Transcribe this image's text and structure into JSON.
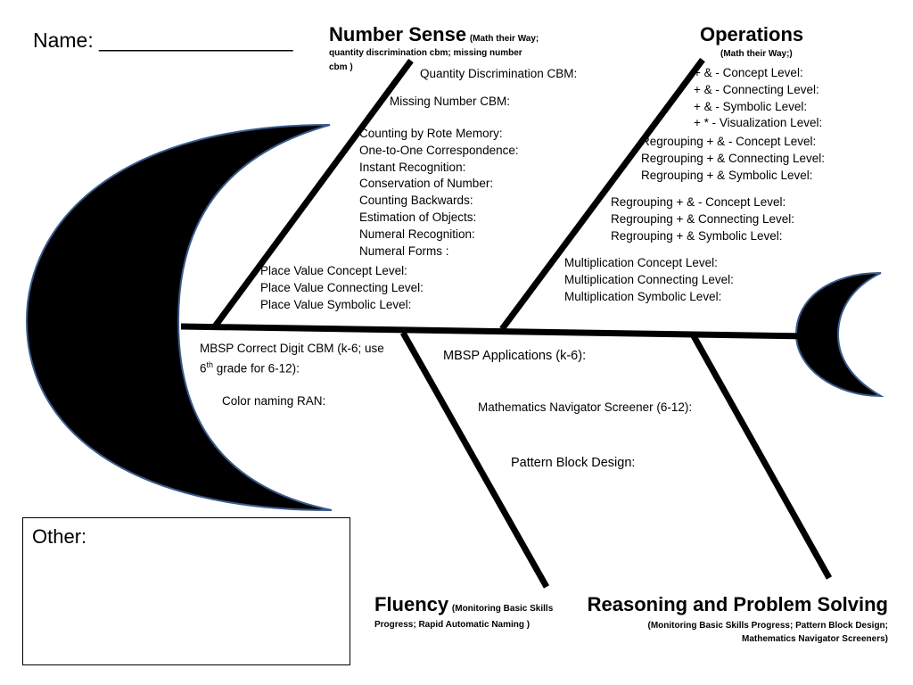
{
  "name_label": "Name: _________________",
  "other_label": "Other:",
  "number_sense": {
    "title": "Number Sense",
    "note_line1": "(Math their Way;",
    "note_line2": "quantity discrimination cbm; missing number",
    "note_line3": "cbm )",
    "items_top": [
      "Quantity Discrimination CBM:",
      "Missing Number CBM:"
    ],
    "items_middle": [
      "Counting by Rote Memory:",
      "One-to-One Correspondence:",
      "Instant Recognition:",
      "Conservation of Number:",
      "Counting Backwards:",
      "Estimation of Objects:",
      "Numeral Recognition:",
      "Numeral Forms :"
    ],
    "items_place_value": [
      "Place Value Concept Level:",
      "Place Value Connecting Level:",
      "Place Value Symbolic Level:"
    ]
  },
  "operations": {
    "title": "Operations",
    "note": "(Math their Way;)",
    "group1": [
      "+ & - Concept Level:",
      "+ & - Connecting Level:",
      "+ & - Symbolic Level:",
      "+ * - Visualization Level:"
    ],
    "group2": [
      "Regrouping + & - Concept Level:",
      "Regrouping + & Connecting Level:",
      "Regrouping + & Symbolic Level:"
    ],
    "group3": [
      "Regrouping + & - Concept Level:",
      "Regrouping + & Connecting Level:",
      "Regrouping + & Symbolic Level:"
    ],
    "group4": [
      "Multiplication Concept Level:",
      "Multiplication Connecting Level:",
      "Multiplication Symbolic Level:"
    ]
  },
  "fluency": {
    "title": "Fluency",
    "note_line1": "(Monitoring Basic Skills",
    "note_line2": "Progress; Rapid Automatic Naming )",
    "mbsp_line1": "MBSP Correct Digit CBM (k-6; use",
    "mbsp_grade": "6",
    "mbsp_grade_suffix": "th",
    "mbsp_line2_rest": " grade for 6-12):",
    "ran": "Color naming RAN:"
  },
  "reasoning": {
    "title": "Reasoning and Problem Solving",
    "note_line1": "(Monitoring Basic Skills Progress; Pattern Block Design;",
    "note_line2": "Mathematics Navigator Screeners)",
    "items": [
      "MBSP Applications (k-6):",
      "Mathematics Navigator Screener (6-12):",
      "Pattern Block Design:"
    ]
  },
  "colors": {
    "shape_fill": "#000000",
    "shape_stroke": "#3a5a8c",
    "line": "#000000"
  }
}
